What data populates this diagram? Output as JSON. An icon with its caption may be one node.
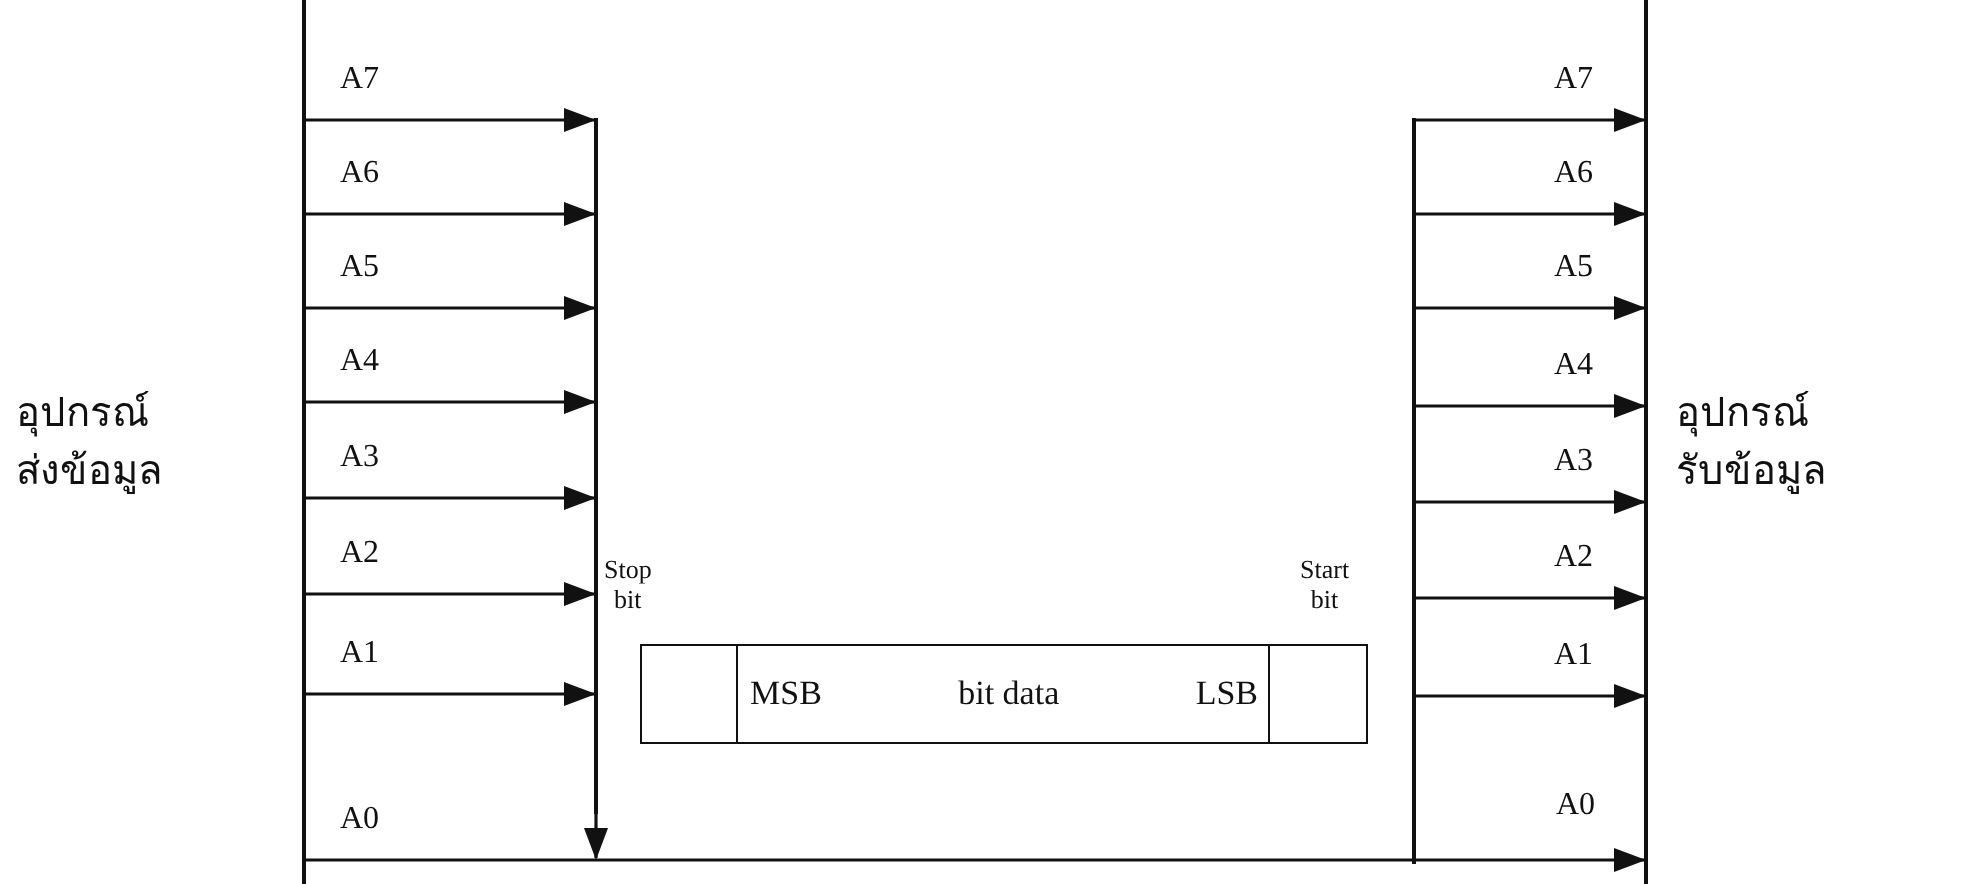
{
  "diagram": {
    "nodes": [
      {
        "text": [
          "อุปกรณ์ ส่งข้อมูล"
        ]
      },
      {
        "text": [
          "อุปกรณ์ รับข้อมูล"
        ]
      },
      {
        "text": [],
        "shape": "bar"
      },
      {
        "text": [],
        "shape": "bar"
      },
      {
        "text": [],
        "shape": "box"
      },
      {
        "text": [
          "MSB",
          "bit data",
          "LSB"
        ]
      },
      {
        "text": [],
        "shape": "box",
        "beside": [
          "Start bit"
        ]
      }
    ],
    "edges": [
      {
        "from": 0,
        "to": 2,
        "arrow": "to",
        "label": "A7"
      },
      {
        "from": 0,
        "to": 2,
        "arrow": "to",
        "label": "A6"
      },
      {
        "from": 0,
        "to": 2,
        "arrow": "to",
        "label": "A5"
      },
      {
        "from": 0,
        "to": 2,
        "arrow": "to",
        "label": "A4"
      },
      {
        "from": 0,
        "to": 2,
        "arrow": "to",
        "label": "A3"
      },
      {
        "from": 0,
        "to": 2,
        "arrow": "to",
        "label": "A2"
      },
      {
        "from": 0,
        "to": 2,
        "arrow": "to",
        "label": "A1"
      },
      {
        "from": 2,
        "to": null,
        "arrow": "to"
      },
      {
        "from": 0,
        "to": 1,
        "arrow": "to",
        "label": "A0"
      },
      {
        "from": 3,
        "to": 1,
        "arrow": "to",
        "label": "A7"
      },
      {
        "from": 3,
        "to": 1,
        "arrow": "to",
        "label": "A6"
      },
      {
        "from": 3,
        "to": 1,
        "arrow": "to",
        "label": "A5"
      },
      {
        "from": 3,
        "to": 1,
        "arrow": "to",
        "label": "A4"
      },
      {
        "from": 3,
        "to": 1,
        "arrow": "to",
        "label": "A3"
      },
      {
        "from": 3,
        "to": 1,
        "arrow": "to",
        "label": "A2"
      },
      {
        "from": 3,
        "to": 1,
        "arrow": "to",
        "label": "A1"
      }
    ],
    "labels": [
      "Stop bit",
      "A0"
    ]
  }
}
